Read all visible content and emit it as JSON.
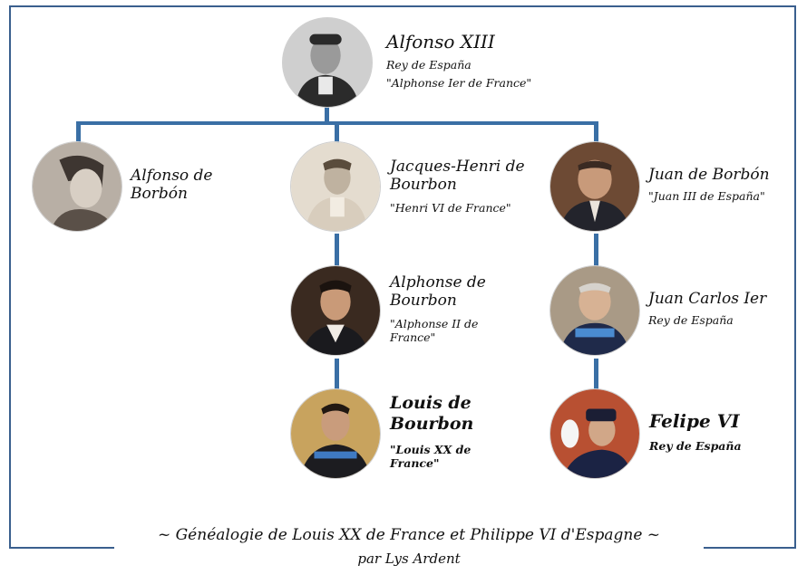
{
  "people": {
    "alfonso_xiii": {
      "name": "Alfonso XIII",
      "lines": [
        "Rey de España",
        "\"Alphonse Ier de France\""
      ]
    },
    "alfonso_borbon": {
      "name": "Alfonso de Borbón",
      "lines": []
    },
    "jacques_henri": {
      "name": "Jacques-Henri de Bourbon",
      "lines": [
        "\"Henri VI de France\""
      ]
    },
    "juan_borbon": {
      "name": "Juan de Borbón",
      "lines": [
        "\"Juan III de España\""
      ]
    },
    "alphonse_bourbon": {
      "name": "Alphonse de Bourbon",
      "lines": [
        "\"Alphonse II de France\""
      ]
    },
    "juan_carlos": {
      "name": "Juan Carlos Ier",
      "lines": [
        "Rey de España"
      ]
    },
    "louis_bourbon": {
      "name": "Louis de Bourbon",
      "lines": [
        "\"Louis XX de France\""
      ]
    },
    "felipe_vi": {
      "name": "Felipe VI",
      "lines": [
        "Rey de España"
      ]
    }
  },
  "caption": {
    "title": "~ Généalogie de Louis XX de France et Philippe VI d'Espagne ~",
    "author": "par Lys Ardent"
  },
  "colors": {
    "frame": "#3a5f8e",
    "connector": "#3a6fa5"
  }
}
